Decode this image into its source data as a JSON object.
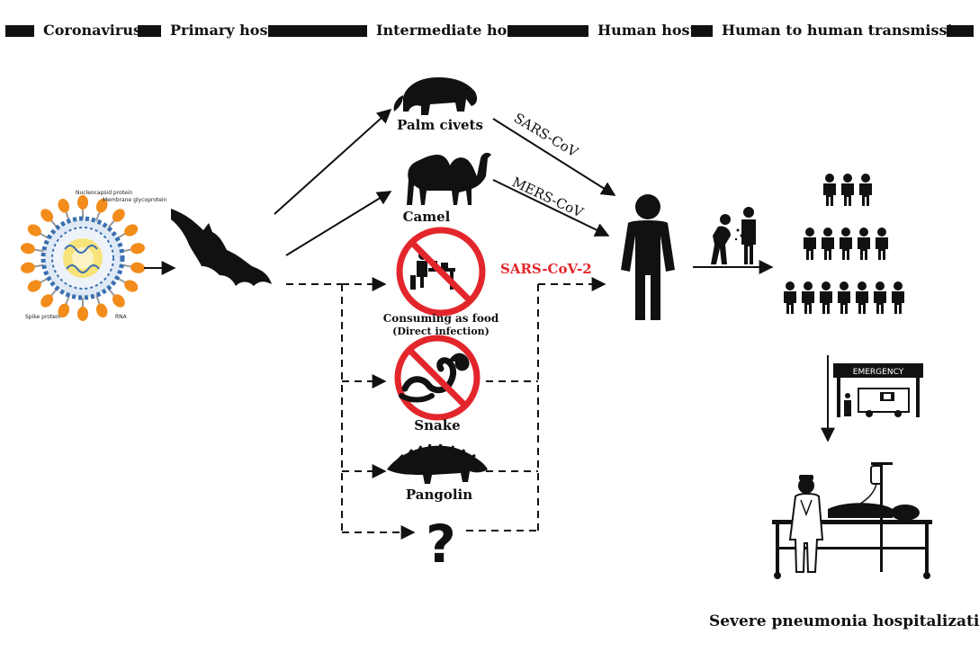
{
  "header": {
    "stages": [
      "Coronavirus",
      "Primary host",
      "Intermediate host",
      "Human host",
      "Human to human transmission"
    ]
  },
  "virus": {
    "labels": [
      "Nucleocapsid protein",
      "Membrane glycoprotein",
      "Spike protein",
      "RNA"
    ]
  },
  "hosts": {
    "palm_civets": "Palm civets",
    "camel": "Camel",
    "food_line1": "Consuming as food",
    "food_line2": "(Direct infection)",
    "snake": "Snake",
    "pangolin": "Pangolin",
    "unknown": "?"
  },
  "viruses": {
    "sars": "SARS-CoV",
    "mers": "MERS-CoV",
    "sars2": "SARS-CoV-2"
  },
  "hospital": {
    "sign": "EMERGENCY",
    "caption": "Severe pneumonia hospitalization"
  },
  "colors": {
    "ink": "#111111",
    "prohibition_red": "#e3262b",
    "virus_orange": "#f28c1a",
    "virus_blue": "#3a6fb0",
    "virus_core": "#f7e37a"
  }
}
